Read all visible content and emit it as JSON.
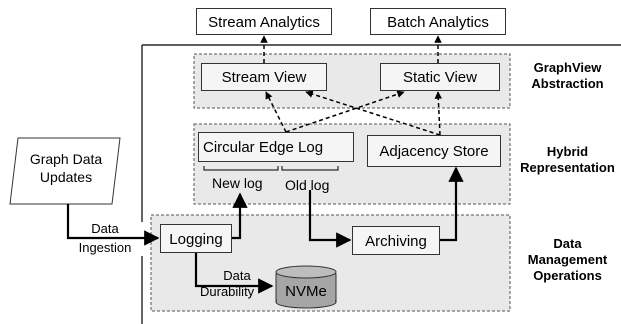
{
  "top": {
    "stream_analytics": "Stream Analytics",
    "batch_analytics": "Batch Analytics"
  },
  "graphview": {
    "stream_view": "Stream View",
    "static_view": "Static View",
    "caption_line1": "GraphView",
    "caption_line2": "Abstraction"
  },
  "hybrid": {
    "circular_edge_log": "Circular Edge Log",
    "adjacency_store": "Adjacency Store",
    "new_log": "New log",
    "old_log": "Old log",
    "caption_line1": "Hybrid",
    "caption_line2": "Representation"
  },
  "ops": {
    "logging": "Logging",
    "archiving": "Archiving",
    "nvme": "NVMe",
    "data_durability_line1": "Data",
    "data_durability_line2": "Durability",
    "caption_line1": "Data",
    "caption_line2": "Management",
    "caption_line3": "Operations"
  },
  "input": {
    "graph_data_line1": "Graph Data",
    "graph_data_line2": "Updates",
    "ingestion_line1": "Data",
    "ingestion_line2": "Ingestion"
  },
  "colors": {
    "panel_fill": "#e9e9e9",
    "box_fill": "#f5f5f5",
    "cylinder_fill": "#a6a6a6",
    "line": "#000000"
  }
}
